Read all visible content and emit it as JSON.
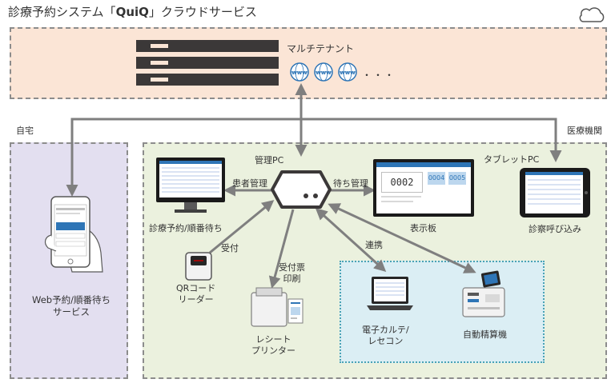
{
  "title": {
    "prefix": "診療予約システム「",
    "brand": "QuiQ",
    "suffix": "」クラウドサービス"
  },
  "cloud": {
    "label": "マルチテナント",
    "www": "www",
    "ellipsis": "・・・"
  },
  "regions": {
    "home": "自宅",
    "medical": "医療機関"
  },
  "nodes": {
    "admin_pc": "管理PC",
    "tablet_pc": "タブレットPC",
    "reservation": "診療予約/順番待ち",
    "display": "表示板",
    "call": "診察呼び込み",
    "qr_reader_1": "QRコード",
    "qr_reader_2": "リーダー",
    "printer_1": "レシート",
    "printer_2": "プリンター",
    "ekarte_1": "電子カルテ/",
    "ekarte_2": "レセコン",
    "payment": "自動精算機",
    "web_1": "Web予約/順番待ち",
    "web_2": "サービス"
  },
  "edges": {
    "patient_mgmt": "患者管理",
    "wait_mgmt": "待ち管理",
    "reception": "受付",
    "ticket_1": "受付票",
    "ticket_2": "印刷",
    "link": "連携"
  },
  "display_board": {
    "current": "0002",
    "waiting": [
      "0004",
      "0005"
    ]
  },
  "colors": {
    "cloud_bg": "#fbe5d6",
    "home_bg": "#e3dff0",
    "medical_bg": "#ebf1de",
    "integration_bg": "#dbeef4",
    "arrow": "#7f7f7f",
    "server": "#3b3838",
    "accent_blue": "#2e75b6"
  },
  "icons": [
    "cloud-icon",
    "server-icon",
    "www-globe-icon",
    "router-icon",
    "monitor-icon",
    "tablet-icon",
    "smartphone-icon",
    "qr-reader-icon",
    "receipt-printer-icon",
    "laptop-icon",
    "payment-machine-icon"
  ]
}
